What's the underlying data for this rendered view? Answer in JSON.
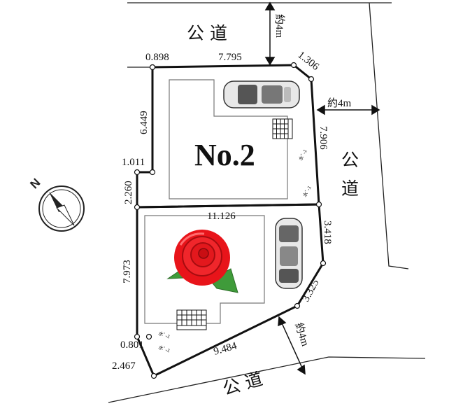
{
  "roads": {
    "top_label": "公 道",
    "top_width": "約4m",
    "right_label_1": "公",
    "right_label_2": "道",
    "right_width": "約4m",
    "bottom_label": "公 道",
    "bottom_width": "約4m"
  },
  "lot": {
    "number": "No.2"
  },
  "dimensions": {
    "top_left_short": "0.898",
    "top": "7.795",
    "corner_top_right": "1.306",
    "upper_left_side": "6.449",
    "left_step": "1.011",
    "left_lower_upper": "2.260",
    "right_upper": "7.906",
    "middle": "11.126",
    "right_mid": "3.418",
    "lower_left_side": "7.973",
    "right_lower": "3.325",
    "bottom_left_short": "0.801",
    "bottom": "9.484",
    "bottom_left_corner": "2.467"
  },
  "setback_labels": [
    "水ﾞ-ｽ",
    "水ﾞ-ｽ",
    "水ﾞ-ｽ",
    "水ﾞ-ｽ"
  ],
  "compass": {
    "letter": "N"
  },
  "colors": {
    "rose": "#e8141a",
    "leaf": "#3f9b3a",
    "line": "#111111"
  }
}
